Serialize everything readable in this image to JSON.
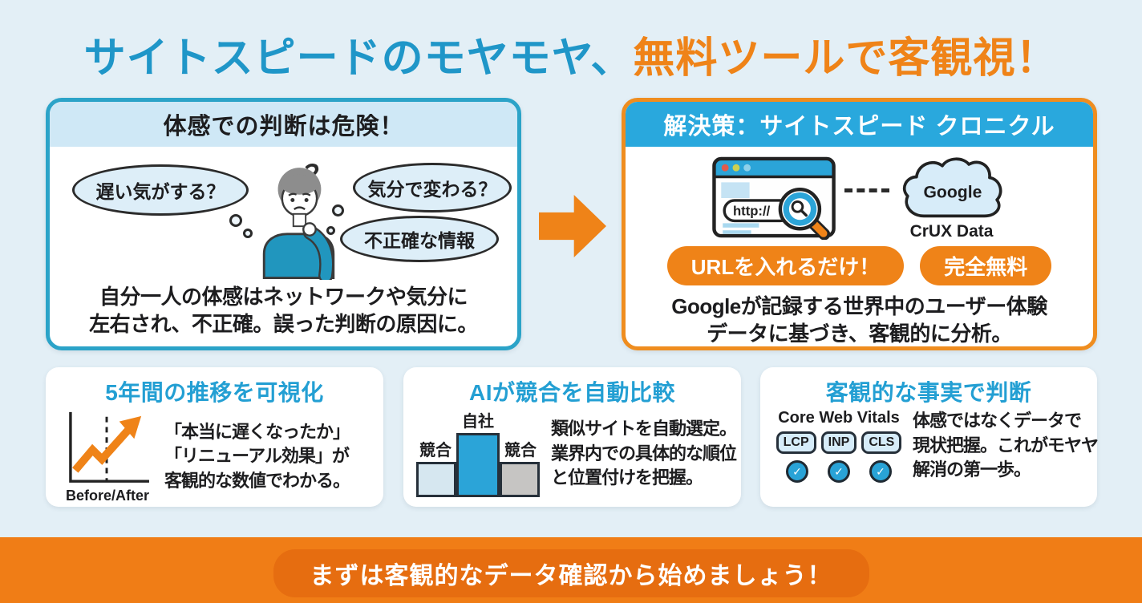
{
  "title": {
    "part1": "サイトスピードのモヤモヤ、",
    "part2": "無料ツールで客観視！"
  },
  "problem_panel": {
    "header": "体感での判断は危険！",
    "bubbles": [
      "遅い気がする？",
      "気分で変わる？",
      "不正確な情報"
    ],
    "question_mark": "？",
    "body_line1": "自分一人の体感はネットワークや気分に",
    "body_line2": "左右され、不正確。誤った判断の原因に。"
  },
  "solution_panel": {
    "header": "解決策：サイトスピード クロニクル",
    "browser": {
      "url_label": "http://"
    },
    "cloud": {
      "line1": "Google",
      "line2": "CrUX Data"
    },
    "badges": [
      "URLを入れるだけ！",
      "完全無料"
    ],
    "body_line1": "Googleが記録する世界中のユーザー体験",
    "body_line2": "データに基づき、客観的に分析。"
  },
  "features": [
    {
      "title": "5年間の推移を可視化",
      "icon_label": "Before/After",
      "lines": [
        "「本当に遅くなったか」",
        "「リニューアル効果」が",
        "客観的な数値でわかる。"
      ]
    },
    {
      "title": "AIが競合を自動比較",
      "bars": [
        "競合",
        "自社",
        "競合"
      ],
      "lines": [
        "類似サイトを自動選定。",
        "業界内での具体的な順位",
        "と位置付けを把握。"
      ]
    },
    {
      "title": "客観的な事実で判断",
      "icon_label": "Core Web Vitals",
      "pills": [
        "LCP",
        "INP",
        "CLS"
      ],
      "check_glyph": "✓",
      "lines": [
        "体感ではなくデータで",
        "現状把握。これがモヤヤ",
        "解消の第一歩。"
      ]
    }
  ],
  "footer": {
    "text": "まずは客観的なデータ確認から始めましょう！"
  },
  "colors": {
    "background": "#e3eff6",
    "title_blue": "#1f96c8",
    "accent_orange": "#ef8318",
    "problem_border": "#2ba3c8",
    "problem_header_bg": "#cfe8f6",
    "solution_border": "#ef8d1f",
    "solution_header_bg": "#29a8dd",
    "card_title": "#239fd3",
    "podium_blue": "#2ba4d8",
    "footer_band": "#f07d16",
    "footer_pill": "#e66d10",
    "text_dark": "#1d1d1f"
  }
}
